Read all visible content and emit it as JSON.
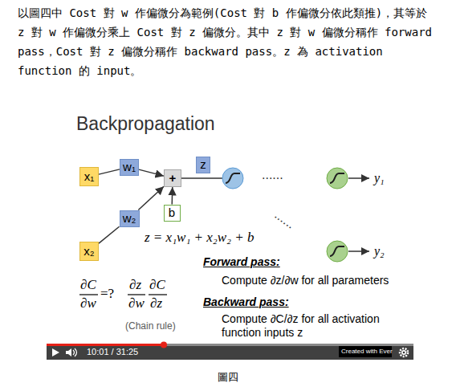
{
  "diagram": {
    "title": "Backpropagation",
    "caption": "圖四",
    "nodes": [
      {
        "text": [
          "x₁"
        ]
      },
      {
        "text": [
          "w₁"
        ]
      },
      {
        "text": [
          "+"
        ]
      },
      {
        "text": [
          "z"
        ]
      },
      {
        "text": [
          "b"
        ]
      },
      {
        "text": [
          "w₂"
        ]
      },
      {
        "text": [
          "x₂"
        ]
      }
    ],
    "edges": [
      {
        "from": 0,
        "to": 1,
        "arrow": "none"
      },
      {
        "from": 1,
        "to": 2,
        "arrow": "to"
      },
      {
        "from": 4,
        "to": 2,
        "arrow": "to"
      },
      {
        "from": 6,
        "to": 5,
        "arrow": "none"
      },
      {
        "from": 5,
        "to": 2,
        "arrow": "to"
      }
    ],
    "labels": [
      "以圖四中 Cost 對 w 作偏微分為範例(Cost 對 b 作偏微分依此類推)，其等於 z 對 w 作偏微分乘上 Cost 對 z 偏微分。其中 z 對 w 偏微分稱作 forward pass，Cost 對 z 偏微分稱作 backward pass。z 為 activation function 的 input。",
      "......",
      "......",
      "y₁",
      "y₂",
      "z = x₁w₁ + x₂w₂ + b",
      "∂C",
      "∂w",
      "=?",
      "∂z",
      "∂w",
      "∂C",
      "∂z",
      "Forward pass:",
      "Compute ∂z/∂w for all parameters",
      "Backward pass:",
      "Compute ∂C/∂z for all activation function inputs z",
      "(Chain rule)",
      "10:01 / 31:25",
      "Created with Ever"
    ]
  }
}
